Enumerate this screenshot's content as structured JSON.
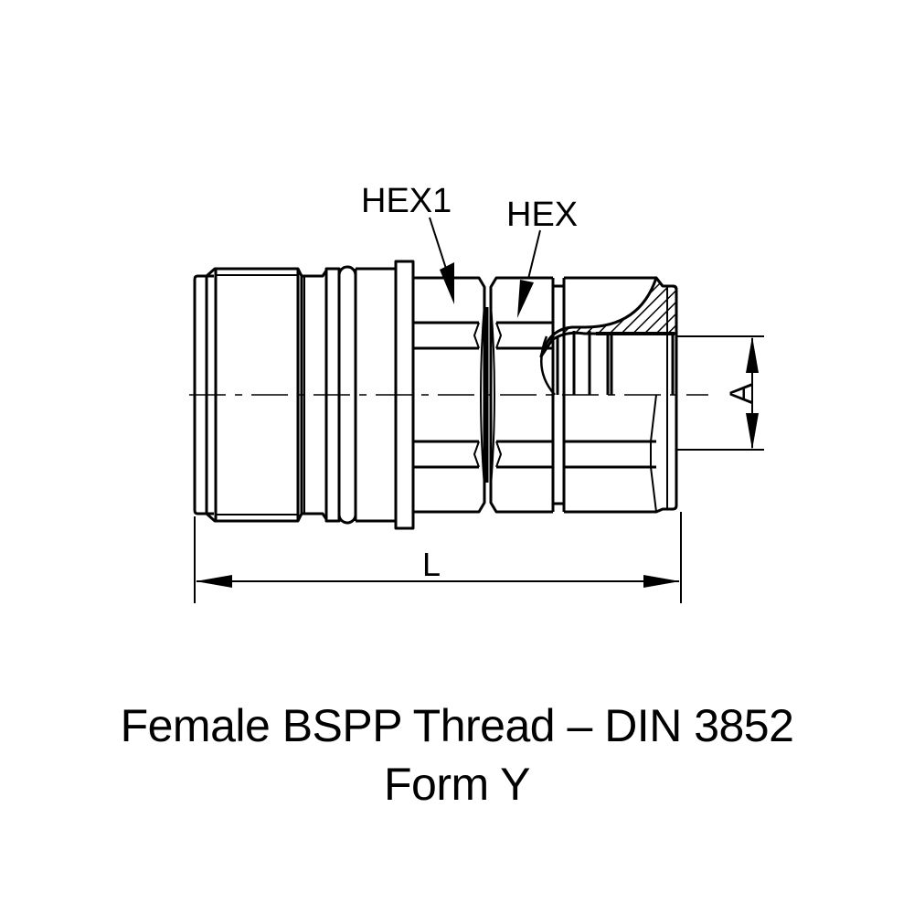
{
  "diagram": {
    "labels": {
      "hex1": "HEX1",
      "hex": "HEX",
      "dimension_a": "A",
      "dimension_l": "L"
    },
    "caption": {
      "line1": "Female BSPP Thread – DIN 3852",
      "line2": "Form Y"
    },
    "colors": {
      "stroke": "#000000",
      "background": "#ffffff"
    }
  }
}
